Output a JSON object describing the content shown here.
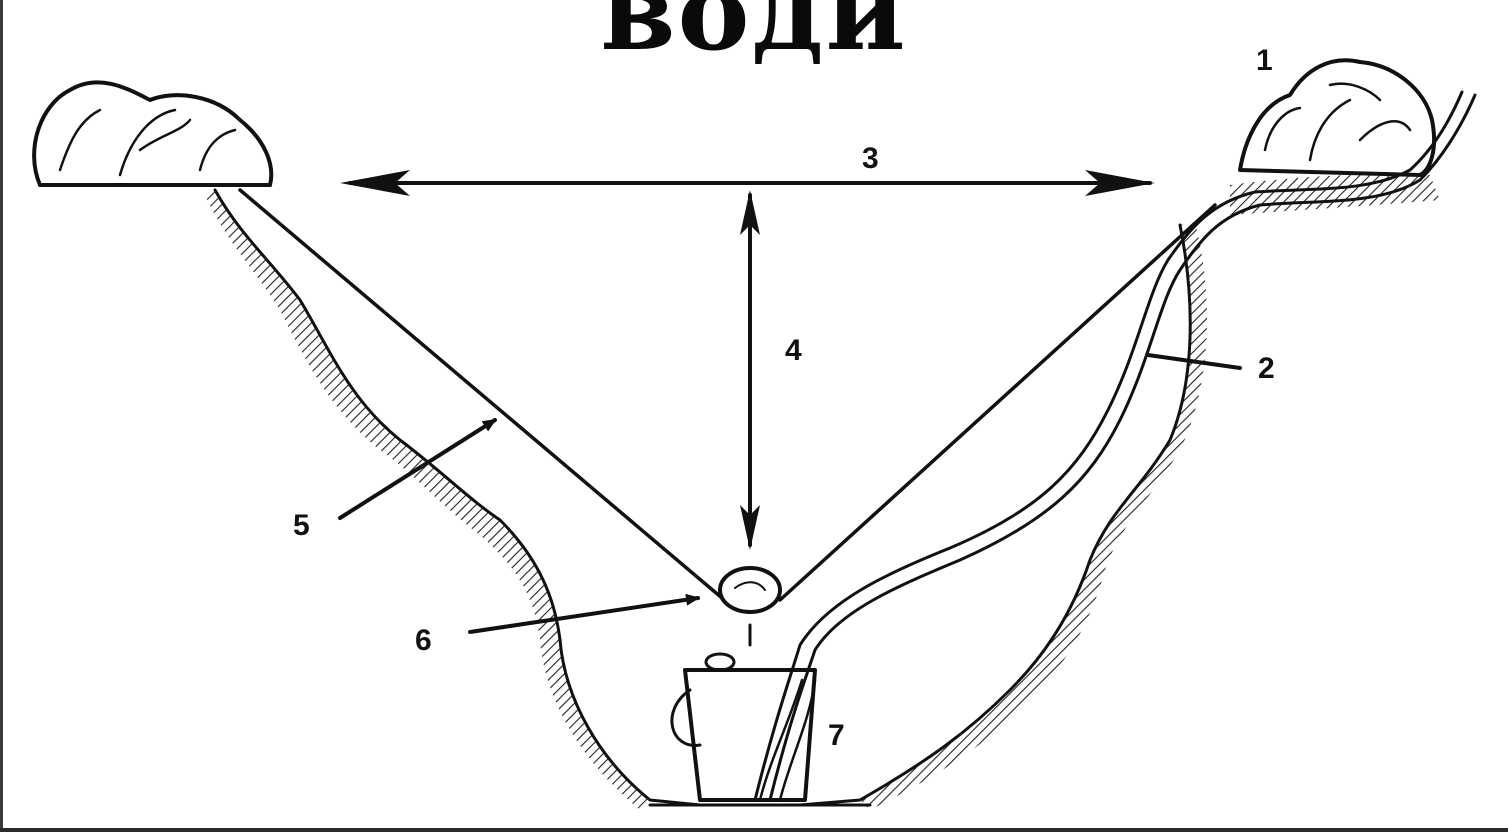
{
  "title": "води",
  "labels": {
    "n1": "1",
    "n2": "2",
    "n3": "3",
    "n4": "4",
    "n5": "5",
    "n6": "6",
    "n7": "7"
  },
  "colors": {
    "ink": "#111111",
    "background": "#ffffff"
  }
}
